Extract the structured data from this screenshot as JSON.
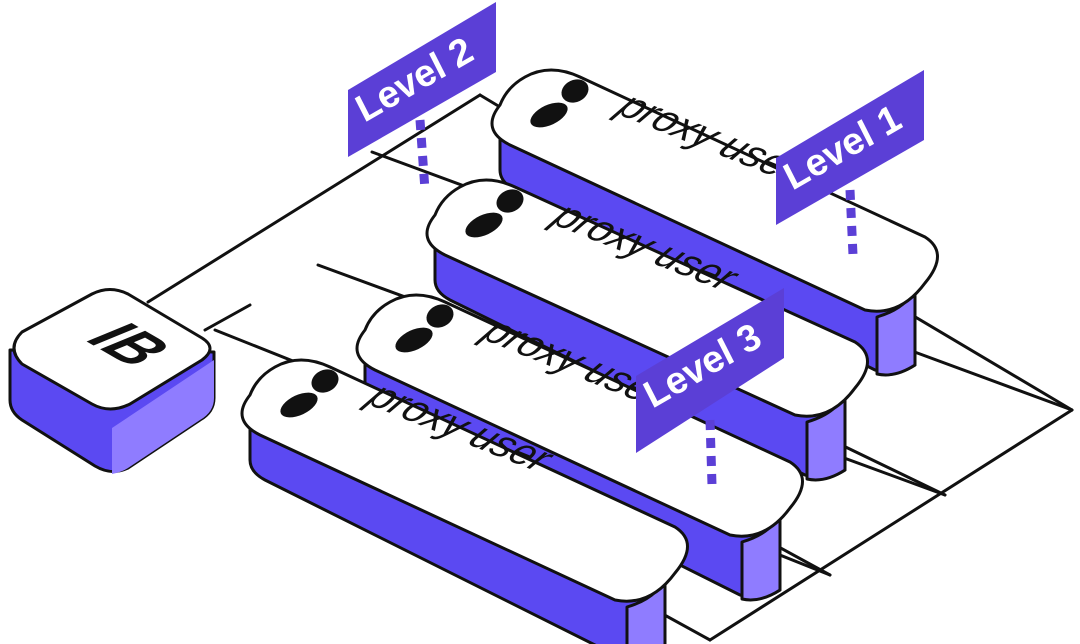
{
  "colors": {
    "accent": "#5b49f2",
    "accent_dark": "#5540e6",
    "accent_light": "#8f7cff",
    "flag": "#5b3fd6",
    "stroke": "#111111",
    "top": "#ffffff"
  },
  "logo": {
    "text": "IB"
  },
  "proxy_users": [
    {
      "label": "proxy user"
    },
    {
      "label": "proxy user"
    },
    {
      "label": "proxy user"
    },
    {
      "label": "proxy user"
    }
  ],
  "flags": [
    {
      "text": "Level 2"
    },
    {
      "text": "Level 1"
    },
    {
      "text": "Level 3"
    }
  ]
}
